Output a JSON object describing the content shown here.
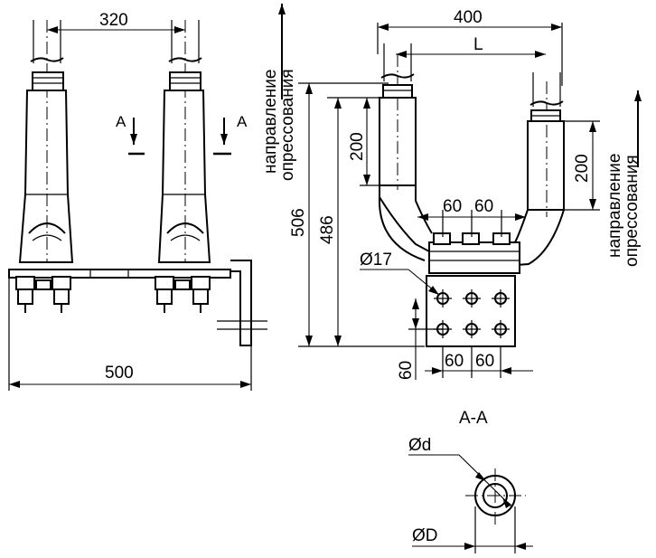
{
  "dimensions": {
    "left_spacing": "320",
    "left_width": "500",
    "right_width": "400",
    "right_inner": "L",
    "height_outer": "506",
    "height_inner": "486",
    "press_len_left": "200",
    "press_len_right": "200",
    "hole_spacing_1": "60",
    "hole_spacing_2": "60",
    "pad_spacing_1": "60",
    "pad_spacing_2": "60",
    "pad_edge": "60",
    "hole_diameter": "Ø17",
    "inner_diameter": "Ød",
    "outer_diameter": "ØD"
  },
  "labels": {
    "section_mark_left": "A",
    "section_mark_right": "A",
    "section_title": "A-A",
    "pressing_direction_left_1": "направление",
    "pressing_direction_left_2": "опрессования",
    "pressing_direction_right_1": "направление",
    "pressing_direction_right_2": "опрессования"
  }
}
